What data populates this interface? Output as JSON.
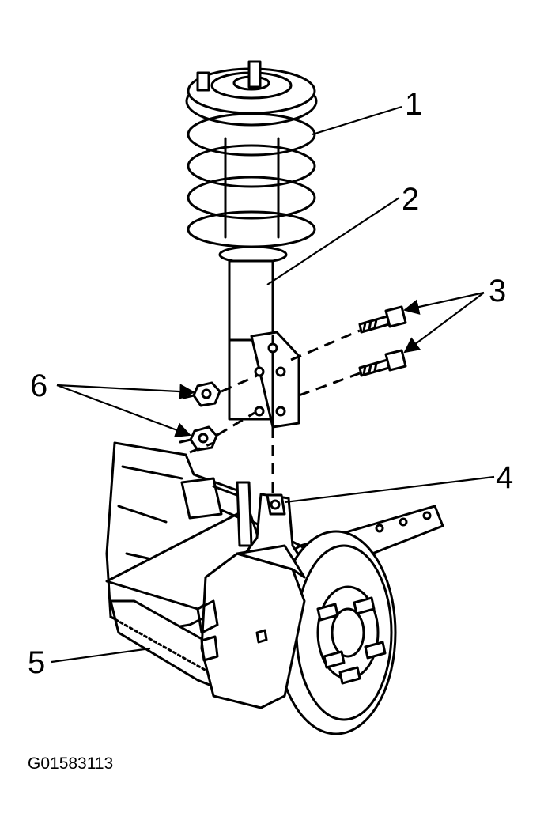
{
  "figure": {
    "callouts": [
      {
        "id": "1",
        "text": "1"
      },
      {
        "id": "2",
        "text": "2"
      },
      {
        "id": "3",
        "text": "3"
      },
      {
        "id": "4",
        "text": "4"
      },
      {
        "id": "5",
        "text": "5"
      },
      {
        "id": "6",
        "text": "6"
      }
    ],
    "figure_id": "G01583113"
  }
}
